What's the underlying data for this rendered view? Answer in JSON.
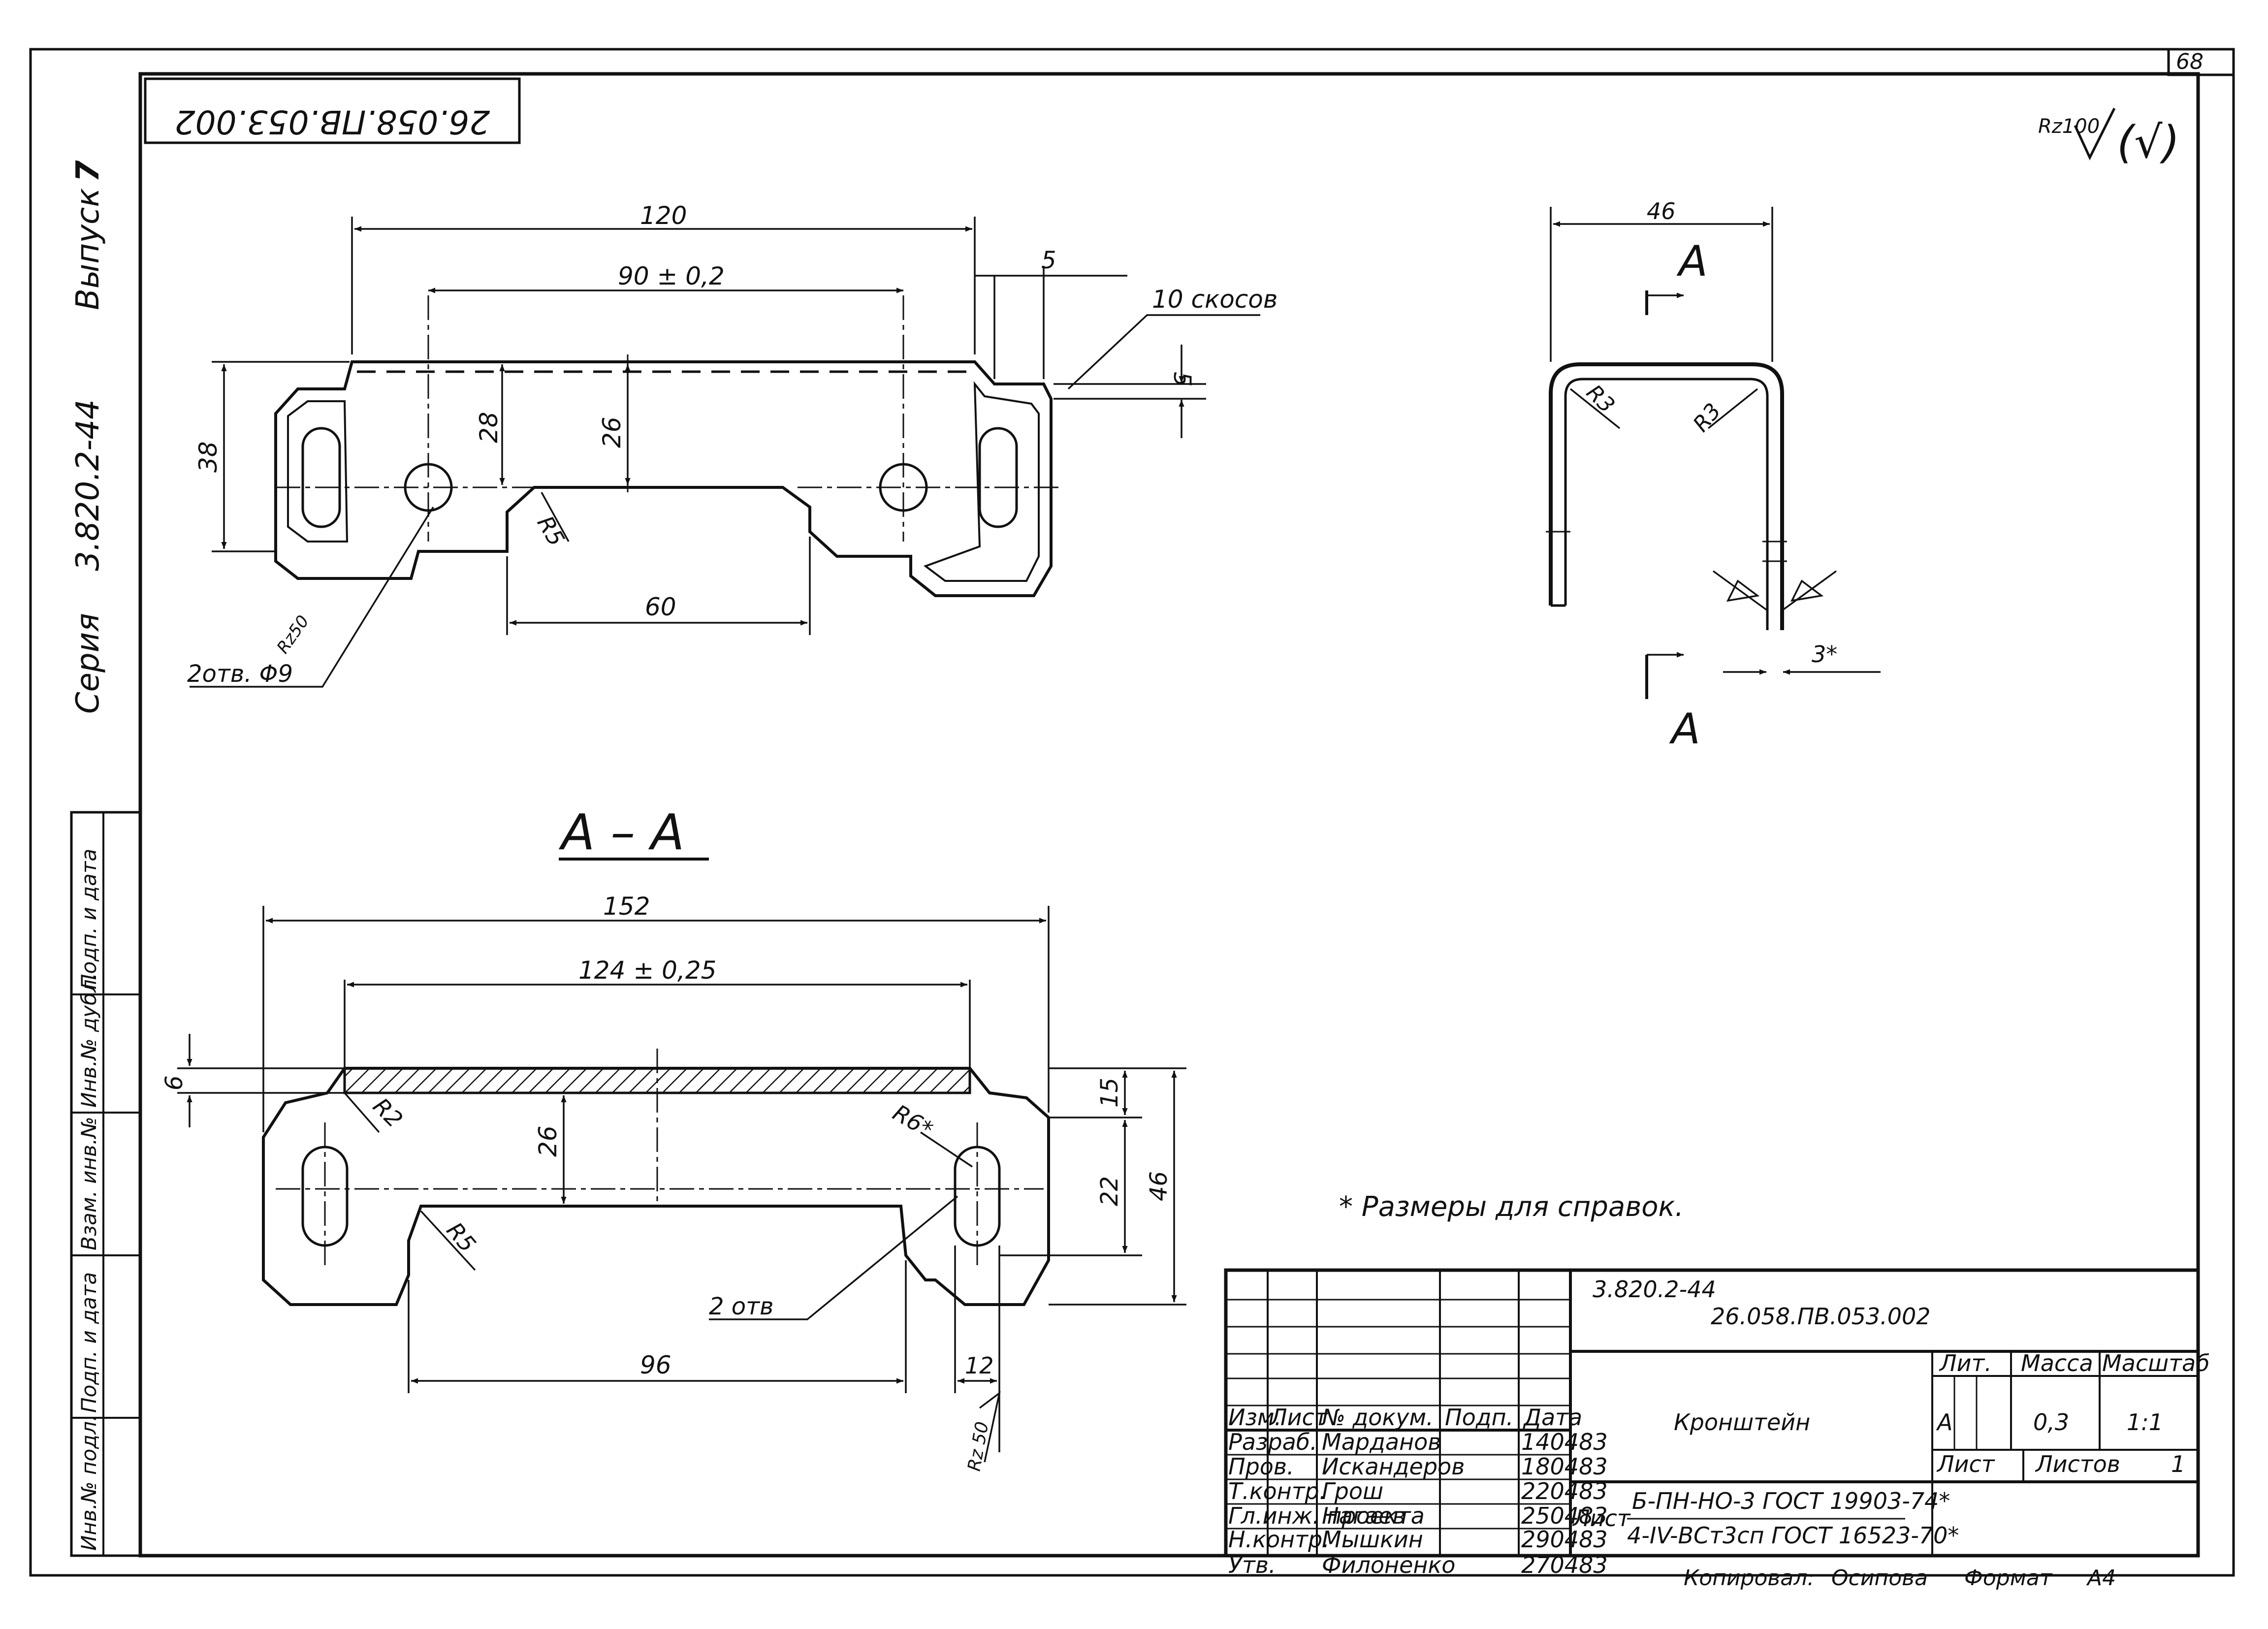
{
  "sheet_number": "68",
  "doc_code_rotated": "26.058.ПВ.053.002",
  "series": {
    "series_label": "Серия",
    "series_value": "3.820.2-44",
    "issue_label": "Выпуск",
    "issue_value": "7"
  },
  "roughness": {
    "main": "Rz100",
    "general_mark": "(√)",
    "holes": "Rz50",
    "edge": "Rz 50"
  },
  "side_stamp": [
    "Инв.№ подл.",
    "Подп. и дата",
    "Взам. инв.№",
    "Инв.№ дубл.",
    "Подп. и дата"
  ],
  "top_view": {
    "dim_120": "120",
    "dim_90": "90 ± 0,2",
    "dim_5a": "5",
    "dim_5b": "5",
    "bevels": "10 скосов",
    "dim_38": "38",
    "dim_28": "28",
    "dim_26": "26",
    "r5": "R5",
    "dim_60": "60",
    "holes": "2отв. Φ9"
  },
  "side_view": {
    "dim_46": "46",
    "section_mark_top": "А",
    "section_mark_bottom": "А",
    "r3a": "R3",
    "r3b": "R3",
    "dim_3": "3*"
  },
  "section": {
    "title": "А – А",
    "dim_152": "152",
    "dim_124": "124 ± 0,25",
    "dim_6": "6",
    "r2": "R2",
    "dim_26": "26",
    "r6": "R6*",
    "dim_15": "15",
    "dim_22": "22",
    "dim_46": "46",
    "r5": "R5",
    "holes": "2 отв",
    "dim_96": "96",
    "dim_12": "12"
  },
  "note": "* Размеры для справок.",
  "title_block": {
    "series_code": "3.820.2-44",
    "doc_code": "26.058.ПВ.053.002",
    "item_name": "Кронштейн",
    "headers": {
      "izm": "Изм.",
      "list": "Лист",
      "docnum": "№ докум.",
      "sign": "Подп.",
      "date": "Дата"
    },
    "rows": [
      {
        "role": "Разраб.",
        "name": "Марданов",
        "date": "140483"
      },
      {
        "role": "Пров.",
        "name": "Искандеров",
        "date": "180483"
      },
      {
        "role": "Т.контр.",
        "name": "Грош",
        "date": "220483"
      },
      {
        "role": "Гл.инж. проекта",
        "name": "Нагаев",
        "date": "250483"
      },
      {
        "role": "Н.контр.",
        "name": "Мышкин",
        "date": "290483"
      },
      {
        "role": "Утв.",
        "name": "Филоненко",
        "date": "270483"
      }
    ],
    "lit_label": "Лит.",
    "mass_label": "Масса",
    "scale_label": "Масштаб",
    "lit_value": "А",
    "mass_value": "0,3",
    "scale_value": "1:1",
    "sheet_label": "Лист",
    "sheets_label": "Листов",
    "sheets_value": "1",
    "material_prefix": "Лист",
    "material_line1": "Б-ПН-НО-3 ГОСТ 19903-74*",
    "material_line2": "4-IV-ВСт3сп ГОСТ 16523-70*"
  },
  "footer": {
    "copied": "Копировал:",
    "copier": "Осипова",
    "format_label": "Формат",
    "format_value": "А4"
  }
}
